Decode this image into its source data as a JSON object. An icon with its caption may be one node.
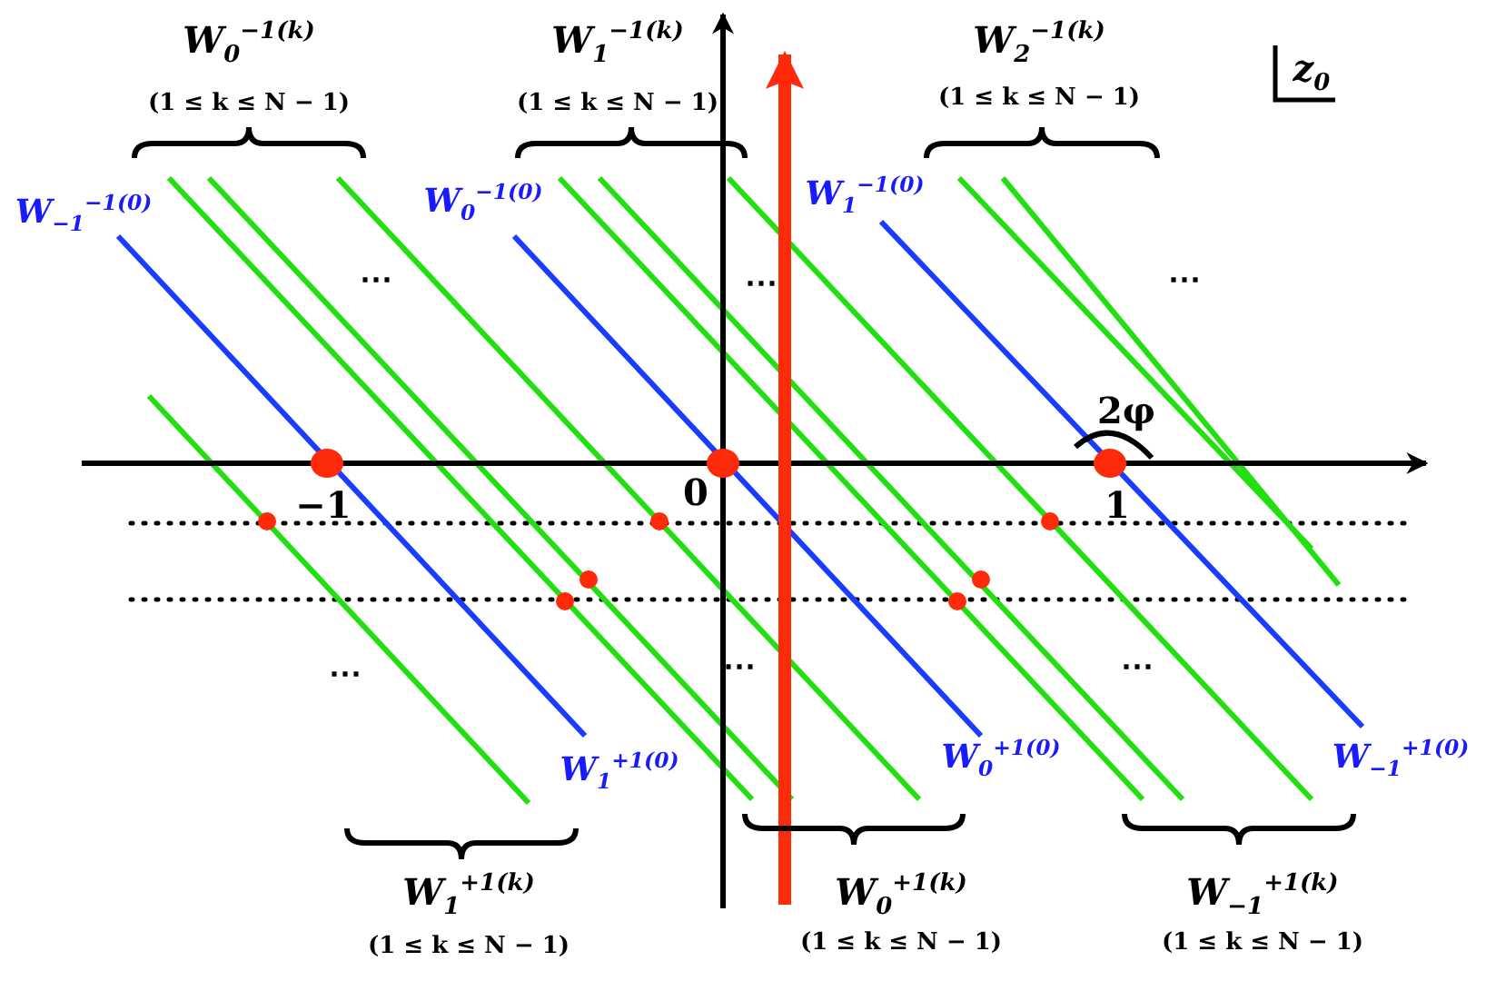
{
  "diagram": {
    "labels": [
      "W$_{0}$$^{−1(k)}$",
      "(1 ≤ k ≤ N − 1)",
      "W$_{1}$$^{−1(k)}$",
      "(1 ≤ k ≤ N − 1)",
      "W$_{2}$$^{−1(k)}$",
      "(1 ≤ k ≤ N − 1)",
      "z$_{0}$",
      "W$_{−1}$$^{−1(0)}$",
      "W$_{0}$$^{−1(0)}$",
      "W$_{1}$$^{−1(0)}$",
      "⋯",
      "⋯",
      "⋯",
      "2φ",
      "−1",
      "0",
      "1",
      "⋯",
      "⋯",
      "⋯",
      "W$_{1}$$^{+1(0)}$",
      "W$_{0}$$^{+1(0)}$",
      "W$_{−1}$$^{+1(0)}$",
      "W$_{1}$$^{+1(k)}$",
      "(1 ≤ k ≤ N − 1)",
      "W$_{0}$$^{+1(k)}$",
      "(1 ≤ k ≤ N − 1)",
      "W$_{−1}$$^{+1(k)}$",
      "(1 ≤ k ≤ N − 1)"
    ]
  }
}
